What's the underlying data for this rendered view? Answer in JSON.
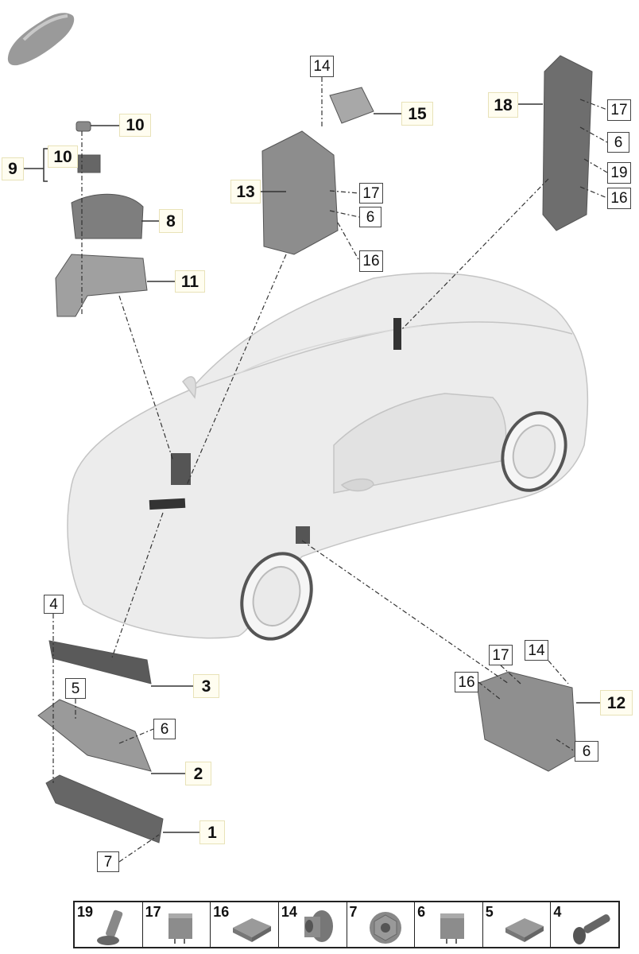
{
  "callouts": {
    "c10a": "10",
    "c10b": "10",
    "c9": "9",
    "c8": "8",
    "c11": "11",
    "c14a": "14",
    "c15": "15",
    "c13": "13",
    "c17a": "17",
    "c6a": "6",
    "c16a": "16",
    "c18": "18",
    "c17b": "17",
    "c6b": "6",
    "c19a": "19",
    "c16b": "16",
    "c4": "4",
    "c3": "3",
    "c5": "5",
    "c6c": "6",
    "c2": "2",
    "c1": "1",
    "c7": "7",
    "c17c": "17",
    "c14b": "14",
    "c16c": "16",
    "c12": "12",
    "c6d": "6"
  },
  "hardware_strip": [
    {
      "number": "19",
      "icon": "bolt-with-washer"
    },
    {
      "number": "17",
      "icon": "relay"
    },
    {
      "number": "16",
      "icon": "fuse-flat"
    },
    {
      "number": "14",
      "icon": "flange-nut"
    },
    {
      "number": "7",
      "icon": "hex-nut"
    },
    {
      "number": "6",
      "icon": "relay"
    },
    {
      "number": "5",
      "icon": "fuse-flat"
    },
    {
      "number": "4",
      "icon": "bolt"
    }
  ],
  "colors": {
    "part": "#8a8a8a",
    "car": "#e6e6e6",
    "label_bg": "#fffdf0"
  }
}
